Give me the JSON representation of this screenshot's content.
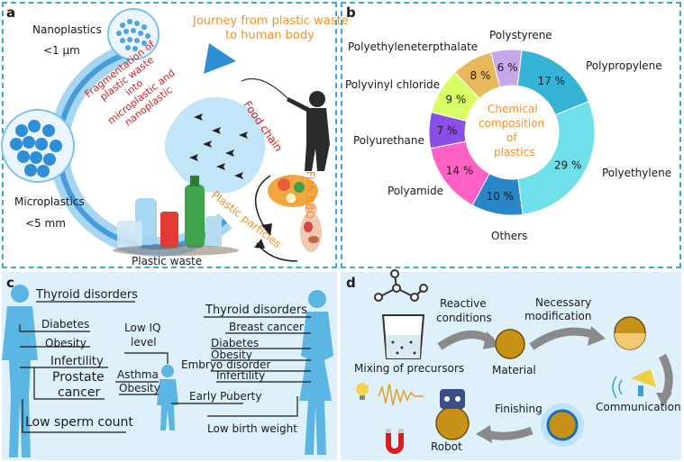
{
  "panel_a": {
    "label": "a",
    "title_line1": "Journey from plastic waste",
    "title_line2": "to human body",
    "nanoplastics": "Nanoplastics",
    "nano_size": "<1 µm",
    "microplastics": "Microplastics",
    "micro_size": "<5 mm",
    "frag_line1": "Fragmentation of",
    "frag_line2": "plastic waste",
    "frag_line3": "into",
    "frag_line4": "microplastic and",
    "frag_line5": "nanoplastic",
    "food_chain": "Food chain",
    "fish_bbq": "Fish BBQ",
    "plastic_particles": "Plastic particles",
    "plastic_waste": "Plastic waste"
  },
  "panel_b": {
    "label": "b",
    "center_line1": "Chemical",
    "center_line2": "composition",
    "center_line3": "of",
    "center_line4": "plastics"
  },
  "chart_data": {
    "type": "pie",
    "donut": true,
    "categories": [
      "Polypropylene",
      "Polyethylene",
      "Others",
      "Polyamide",
      "Polyurethane",
      "Polyvinyl chloride",
      "Polyethyleneterpthalate",
      "Polystyrene"
    ],
    "values": [
      17,
      29,
      10,
      14,
      7,
      9,
      8,
      6
    ],
    "labels": [
      "17 %",
      "29 %",
      "10 %",
      "14 %",
      "7 %",
      "9 %",
      "8 %",
      "6 %"
    ],
    "colors": [
      "#35b4d8",
      "#6fe0ea",
      "#2a86c6",
      "#ff62c4",
      "#8a4de6",
      "#d9ff66",
      "#e8b85a",
      "#c6a8ea"
    ],
    "title": "Chemical composition of plastics"
  },
  "panel_c": {
    "label": "c",
    "thyroid_left": "Thyroid disorders",
    "diabetes_left": "Diabetes",
    "obesity_left": "Obesity",
    "infertility_left": "Infertility",
    "prostate_line1": "Prostate",
    "prostate_line2": "cancer",
    "low_sperm": "Low sperm count",
    "low_iq_line1": "Low IQ",
    "low_iq_line2": "level",
    "asthma": "Asthma",
    "obesity_child": "Obesity",
    "early_puberty": "Early Puberty",
    "thyroid_right": "Thyroid disorders",
    "breast_cancer": "Breast cancer",
    "diabetes_right": "Diabetes",
    "obesity_right": "Obesity",
    "embryo": "Embryo disorder",
    "infertility_right": "Infertility",
    "low_birth": "Low birth weight"
  },
  "panel_d": {
    "label": "d",
    "reactive_line1": "Reactive",
    "reactive_line2": "conditions",
    "necessary_line1": "Necessary",
    "necessary_line2": "modification",
    "mixing": "Mixing of precursors",
    "material": "Material",
    "communication": "Communication",
    "finishing": "Finishing",
    "robot": "Robot"
  }
}
